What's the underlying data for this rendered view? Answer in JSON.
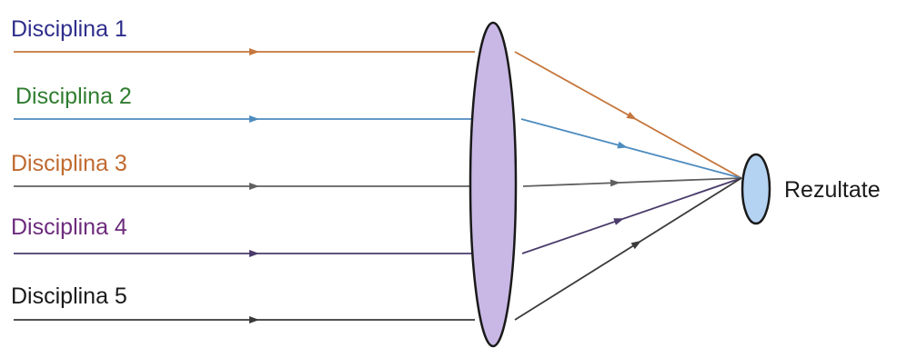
{
  "colors": {
    "background": "#ffffff",
    "lens_fill": "#c9b8e6",
    "lens_stroke": "#1a1a1a",
    "target_fill": "#b4d2f2",
    "target_stroke": "#1a1a1a",
    "result_text": "#1a1a1a"
  },
  "diagram": {
    "disciplines": [
      {
        "label": "Disciplina 1",
        "text_color": "#2e2e8c",
        "line_color": "#c5763c"
      },
      {
        "label": "Disciplina 2",
        "text_color": "#2f7d2f",
        "line_color": "#4d8cbf"
      },
      {
        "label": "Disciplina 3",
        "text_color": "#c06a30",
        "line_color": "#606060"
      },
      {
        "label": "Disciplina 4",
        "text_color": "#6d2b7d",
        "line_color": "#4a3b6b"
      },
      {
        "label": "Disciplina 5",
        "text_color": "#1a1a1a",
        "line_color": "#3a3a3a"
      }
    ],
    "result_label": "Rezultate"
  }
}
